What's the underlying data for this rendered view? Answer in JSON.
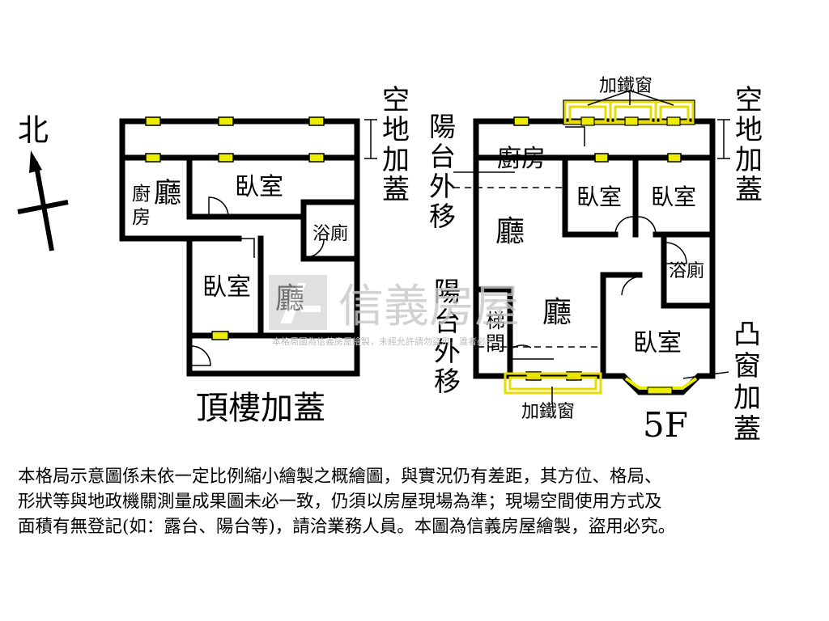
{
  "compass": {
    "north_label": "北"
  },
  "top_floor": {
    "title": "頂樓加蓋",
    "side_note": [
      "空",
      "地",
      "加",
      "蓋"
    ],
    "rooms": {
      "kitchen": [
        "廚",
        "房"
      ],
      "living_upper": "廳",
      "bedroom_upper": "臥室",
      "bath": "浴廁",
      "bedroom_lower": "臥室",
      "living_lower": "廳"
    }
  },
  "fifth_floor": {
    "title": "5F",
    "iron_window_top": "加鐵窗",
    "iron_window_bottom": "加鐵窗",
    "balcony_upper": [
      "陽",
      "台",
      "外",
      "移"
    ],
    "balcony_lower": [
      "陽",
      "台",
      "外",
      "移"
    ],
    "side_note": [
      "空",
      "地",
      "加",
      "蓋"
    ],
    "bay_note": [
      "凸",
      "窗",
      "加",
      "蓋"
    ],
    "rooms": {
      "kitchen": "廚房",
      "bedroom_1": "臥室",
      "bedroom_2": "臥室",
      "living_upper": "廳",
      "bath": "浴廁",
      "stair": [
        "梯",
        "間"
      ],
      "living_lower": "廳",
      "bedroom_3": "臥室"
    }
  },
  "watermark": {
    "brand": "信義房屋",
    "caption": "本格局圖為信義房屋繪製，未經允許請勿盜用，違者必究"
  },
  "disclaimer": [
    "本格局示意圖係未依一定比例縮小繪製之概繪圖，與實況仍有差距，其方位、格局、",
    "形狀等與地政機關測量成果圖未必一致，仍須以房屋現場為準；現場空間使用方式及",
    "面積有無登記(如：露台、陽台等)，請洽業務人員。本圖為信義房屋繪製，盜用必究。"
  ],
  "colors": {
    "wall": "#000000",
    "window": "#ecec00",
    "iron_window": "#f2e600",
    "watermark": "#c8c8c8"
  }
}
